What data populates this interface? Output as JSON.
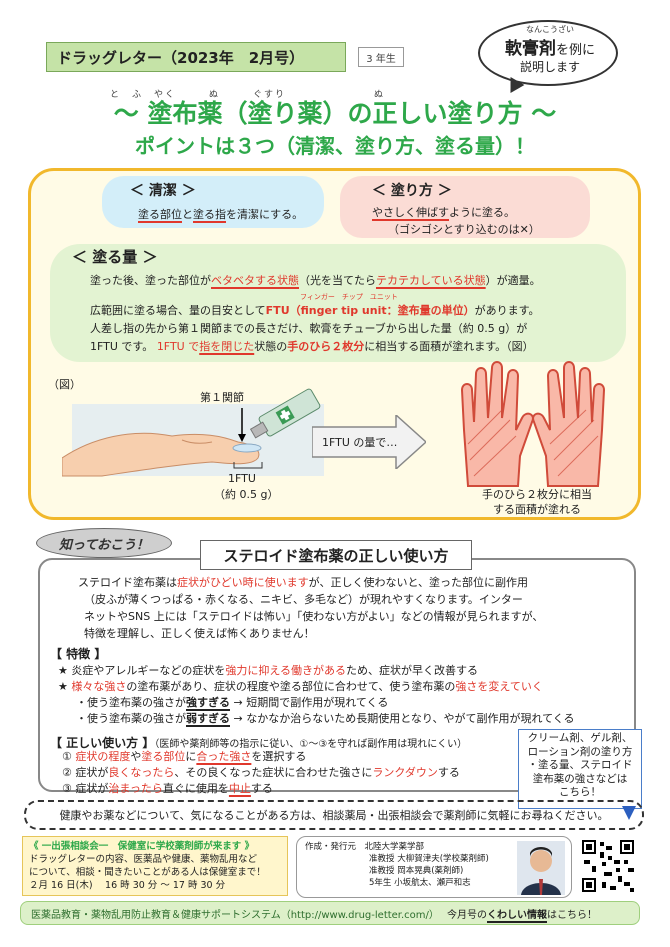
{
  "header": {
    "newsletter_title": "ドラッグレター（2023年　2月号）",
    "grade": "3 年生",
    "bubble_ruby": "なんこうざい",
    "bubble_bold": "軟膏剤",
    "bubble_suffix": "を例に",
    "bubble_line2": "説明します"
  },
  "title": {
    "ruby": "と　ふ　やく　　　ぬ　　　ぐすり　　　　　　　　ぬ",
    "main": "～ 塗布薬（塗り薬）の正しい塗り方 ～",
    "subtitle": "ポイントは３つ（清潔、塗り方、塗る量）！"
  },
  "points": {
    "clean": {
      "heading": "＜ 清潔 ＞",
      "t1": "塗る部位",
      "t2": "と",
      "t3": "塗る指",
      "t4": "を清潔にする。"
    },
    "paint": {
      "heading": "＜ 塗り方 ＞",
      "t1": "やさしく伸ばす",
      "t2": "ように塗る。",
      "note": "（ゴシゴシとすり込むのは✕）"
    },
    "amount": {
      "heading": "＜ 塗る量 ＞",
      "l1a": "塗った後、塗った部位が",
      "l1b": "ベタベタする状態",
      "l1c": "（光を当てたら",
      "l1d": "テカテカしている状態",
      "l1e": "）が適量。",
      "ruby": "フィンガー　チップ　ユニット",
      "l2a": "広範囲に塗る場合、量の目安として",
      "l2b": "FTU（finger tip unit：塗布量の単位）",
      "l2c": "があります。",
      "l3": "人差し指の先から第１関節までの長さだけ、軟膏をチューブから出した量（約 0.5 g）が",
      "l4a": "1FTU です。",
      "l4b": "1FTU で",
      "l4c": "指を閉じた",
      "l4d": "状態の",
      "l4e": "手のひら２枚分",
      "l4f": "に相当する面積が塗れます。（図）"
    }
  },
  "figure": {
    "label": "（図）",
    "joint": "第１関節",
    "ftu": "1FTU",
    "ftu_amount": "（約 0.5 g）",
    "arrow_text": "1FTU の量で…",
    "hands_caption_1": "手のひら２枚分に相当",
    "hands_caption_2": "する面積が塗れる"
  },
  "steroid": {
    "know": "知っておこう！",
    "title": "ステロイド塗布薬の正しい使い方",
    "p1a": "ステロイド塗布薬は",
    "p1b": "症状がひどい時に使います",
    "p1c": "が、正しく使わないと、塗った部位に副作用",
    "p2": "（皮ふが薄くつっぱる・赤くなる、ニキビ、多毛など）が現れやすくなります。インター",
    "p3": "ネットやSNS 上には「ステロイドは怖い」「使わない方がよい」などの情報が見られますが、",
    "p4": "特徴を理解し、正しく使えば怖くありません！",
    "features_h": "【 特徴 】",
    "f1a": "★ 炎症やアレルギーなどの症状を",
    "f1b": "強力に抑える働きがある",
    "f1c": "ため、症状が早く改善する",
    "f2a": "★ ",
    "f2b": "様々な強さ",
    "f2c": "の塗布薬があり、症状の程度や塗る部位に合わせて、使う塗布薬の",
    "f2d": "強さを変えていく",
    "f3a": "・使う塗布薬の強さが",
    "f3b": "強すぎる",
    "f3c": " →  短期間で副作用が現れてくる",
    "f4a": "・使う塗布薬の強さが",
    "f4b": "弱すぎる",
    "f4c": " →  なかなか治らないため長期使用となり、やがて副作用が現れてくる",
    "use_h": "【 正しい使い方 】",
    "use_note": "（医師や薬剤師等の指示に従い、①～③を守れば副作用は現れにくい）",
    "u1a": "①  ",
    "u1b": "症状の程度",
    "u1c": "や",
    "u1d": "塗る部位",
    "u1e": "に",
    "u1f": "合った強さ",
    "u1g": "を選択する",
    "u2a": "②  症状が",
    "u2b": "良くなったら",
    "u2c": "、その良くなった症状に合わせた強さに",
    "u2d": "ランクダウン",
    "u2e": "する",
    "u3a": "③  症状が",
    "u3b": "治まったら",
    "u3c": "直ぐに使用を",
    "u3d": "中止",
    "u3e": "する",
    "callout_1": "クリーム剤、ゲル剤、",
    "callout_2": "ローション剤の塗り方",
    "callout_3": "・塗る量、ステロイド",
    "callout_4": "塗布薬の強さなどは",
    "callout_5": "こちら！"
  },
  "consult": "健康やお薬などについて、気になることがある方は、相談薬局・出張相談会で薬剤師に気軽にお尋ねください。",
  "extra": {
    "h": "《 一出張相談会一　保健室に学校薬剤師が来ます 》",
    "l1": "ドラッグレターの内容、医薬品や健康、薬物乱用など",
    "l2": "について、相談・聞きたいことがある人は保健室まで！",
    "l3": "２月 16 日(木)　 16 時 30 分 ～ 17 時 30 分"
  },
  "credits": {
    "role": "作成・発行元",
    "org": "北陸大学薬学部",
    "m1": "准教授  大柳賀津夫(学校薬剤師)",
    "m2": "准教授  岡本晃典(薬剤師)",
    "m3": "5年生   小坂航太、瀬戸和志"
  },
  "footer": {
    "left": "医薬品教育・薬物乱用防止教育＆健康サポートシステム（http://www.drug-letter.com/）",
    "right_a": "今月号の",
    "right_b": "くわしい情報",
    "right_c": "はこちら！"
  },
  "colors": {
    "accent_green": "#2ea84a",
    "accent_red": "#e0382c",
    "frame_yellow": "#f1b82c"
  }
}
